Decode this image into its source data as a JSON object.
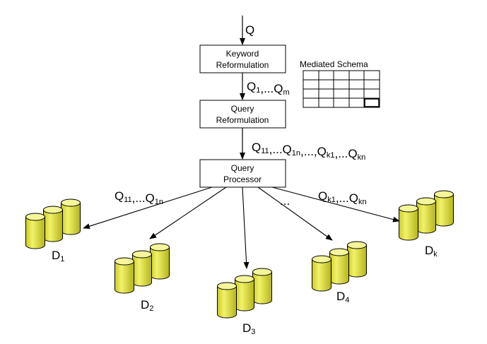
{
  "query_in": {
    "main": "Q",
    "sub": ""
  },
  "boxes": {
    "keyword": {
      "line1": "Keyword",
      "line2": "Reformulation"
    },
    "query_ref": {
      "line1": "Query",
      "line2": "Reformulation"
    },
    "processor": {
      "line1": "Query",
      "line2": "Processor"
    }
  },
  "schema": {
    "title": "Mediated Schema"
  },
  "labels": {
    "q1m": [
      {
        "m": "Q",
        "s": "1"
      },
      {
        "m": ",...Q",
        "s": ""
      },
      {
        "m": "",
        "s": "m"
      }
    ],
    "q11kn": [
      {
        "m": "Q",
        "s": "11"
      },
      {
        "m": ",...Q",
        "s": "1n"
      },
      {
        "m": ",...,Q",
        "s": "k1"
      },
      {
        "m": ",...Q",
        "s": "kn"
      }
    ],
    "q11_1n": [
      {
        "m": "Q",
        "s": "11"
      },
      {
        "m": ",...Q",
        "s": "1n"
      }
    ],
    "qk1_kn": [
      {
        "m": "Q",
        "s": "k1"
      },
      {
        "m": ",...Q",
        "s": "kn"
      }
    ],
    "dots": "..."
  },
  "sources": [
    {
      "m": "D",
      "s": "1"
    },
    {
      "m": "D",
      "s": "2"
    },
    {
      "m": "D",
      "s": "3"
    },
    {
      "m": "D",
      "s": "4"
    },
    {
      "m": "D",
      "s": "k"
    }
  ],
  "colors": {
    "cylinder": "#e8e84a",
    "cylinder_dark": "#b8b820",
    "cylinder_top": "#f5f59a"
  }
}
